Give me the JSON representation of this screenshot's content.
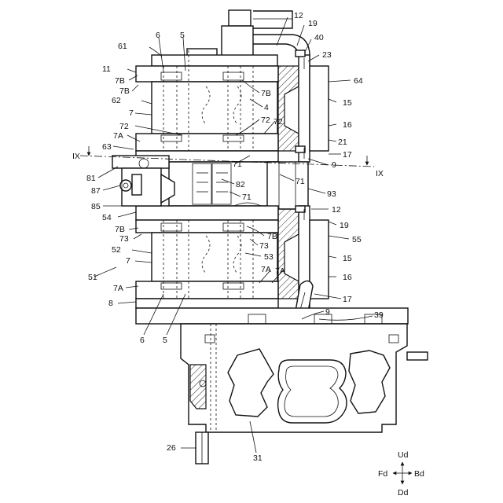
{
  "labels": {
    "n12a": "12",
    "n19a": "19",
    "n40": "40",
    "n23": "23",
    "n64": "64",
    "n61": "61",
    "n6a": "6",
    "n5a": "5",
    "n11": "11",
    "n7Ba": "7B",
    "n7Bb": "7B",
    "n7Bc": "7B",
    "n4": "4",
    "n15a": "15",
    "n62": "62",
    "n7a": "7",
    "n72a": "72",
    "n72b": "72",
    "n72c": "72",
    "n16a": "16",
    "n7Aa": "7A",
    "n21": "21",
    "n63": "63",
    "n17a": "17",
    "n9a": "9",
    "n71a": "71",
    "n81": "81",
    "n87": "87",
    "n82": "82",
    "n71b": "71",
    "n71c": "71",
    "n93": "93",
    "n85": "85",
    "n12b": "12",
    "n54": "54",
    "n19b": "19",
    "n7Bd": "7B",
    "n7Be": "7B",
    "n55": "55",
    "n73a": "73",
    "n73b": "73",
    "n52": "52",
    "n7b": "7",
    "n53": "53",
    "n15b": "15",
    "n7Ab": "7A",
    "n7Ac": "7A",
    "n51": "51",
    "n16b": "16",
    "n7Ad": "7A",
    "n17b": "17",
    "n8": "8",
    "n9b": "9",
    "n39": "39",
    "n6b": "6",
    "n5b": "5",
    "n26": "26",
    "n31": "31",
    "ix_left": "IX",
    "ix_right": "IX"
  },
  "compass": {
    "up": "Ud",
    "down": "Dd",
    "left": "Fd",
    "right": "Bd"
  }
}
